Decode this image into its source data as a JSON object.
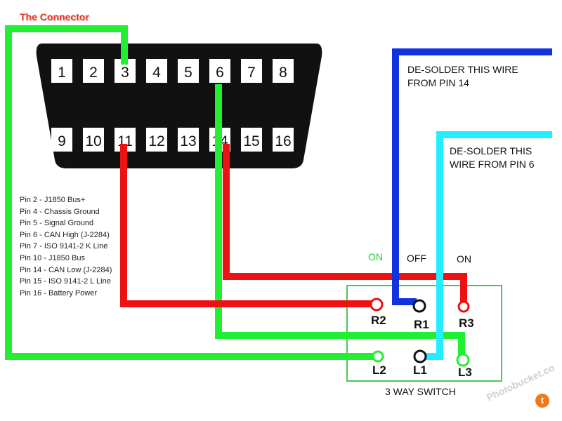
{
  "title": "The Connector",
  "connector": {
    "top_pins": [
      "1",
      "2",
      "3",
      "4",
      "5",
      "6",
      "7",
      "8"
    ],
    "bottom_pins": [
      "9",
      "10",
      "11",
      "12",
      "13",
      "14",
      "15",
      "16"
    ]
  },
  "legend": [
    "Pin 2 - J1850 Bus+",
    "Pin 4 - Chassis Ground",
    "Pin 5 - Signal Ground",
    "Pin 6 - CAN High (J-2284)",
    "Pin 7 - ISO 9141-2 K Line",
    "Pin 10 - J1850 Bus",
    "Pin 14 - CAN Low (J-2284)",
    "Pin 15 - ISO 9141-2 L Line",
    "Pin 16 - Battery Power"
  ],
  "notes": {
    "desolder_14": [
      "DE-SOLDER THIS WIRE",
      "FROM PIN 14"
    ],
    "desolder_6": [
      "DE-SOLDER THIS",
      "WIRE FROM PIN 6"
    ]
  },
  "switch": {
    "positions": {
      "left": "ON",
      "middle": "OFF",
      "right": "ON"
    },
    "terminals": {
      "r2": "R2",
      "r1": "R1",
      "r3": "R3",
      "l2": "L2",
      "l1": "L1",
      "l3": "L3"
    },
    "caption": "3 WAY SWITCH"
  },
  "watermark": "Photobucket.co",
  "badge": "t",
  "colors": {
    "green_wire": "#22ee33",
    "red_wire": "#ee1111",
    "blue_wire": "#1133dd",
    "cyan_wire": "#22eeff",
    "switch_box": "#44cc55",
    "connector_body": "#111111"
  }
}
